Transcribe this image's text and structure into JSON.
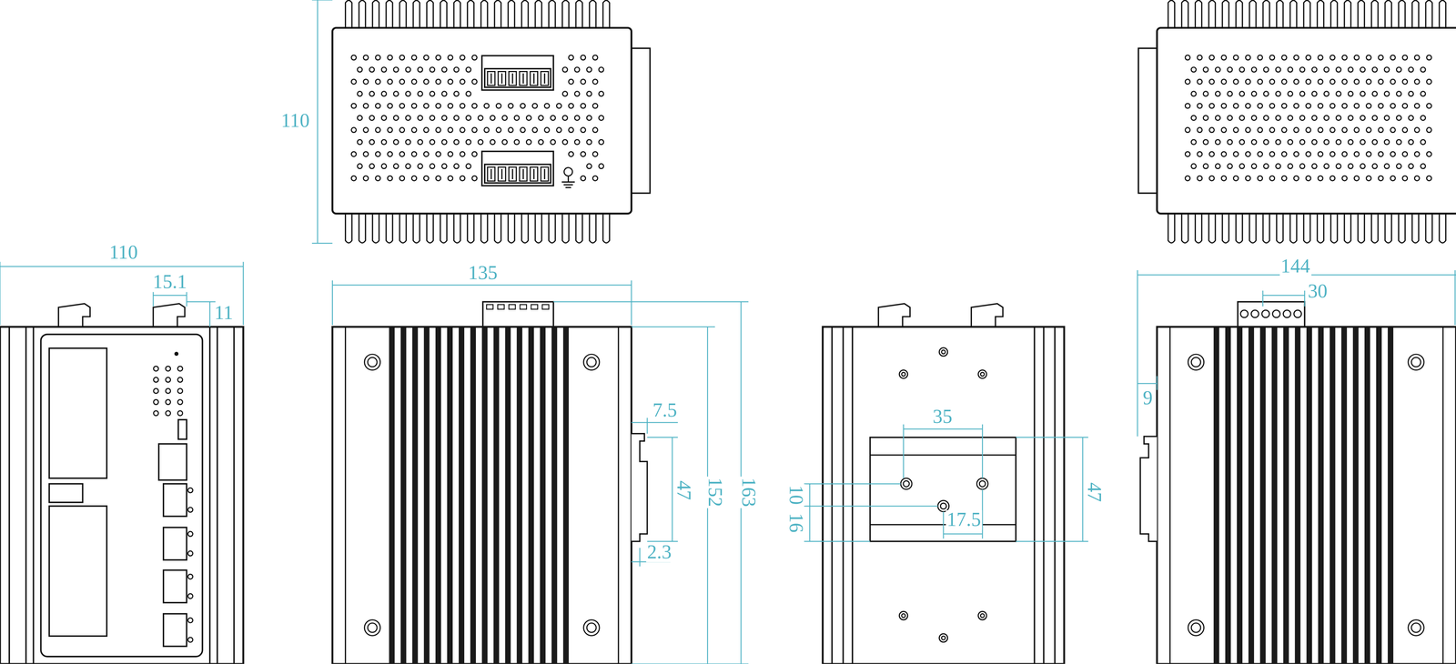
{
  "diagram": {
    "labels": [
      "110",
      "110",
      "15.1",
      "11",
      "135",
      "7.5",
      "47",
      "152",
      "163",
      "2.3",
      "35",
      "10",
      "16",
      "17.5",
      "47",
      "144",
      "30",
      "9"
    ]
  }
}
